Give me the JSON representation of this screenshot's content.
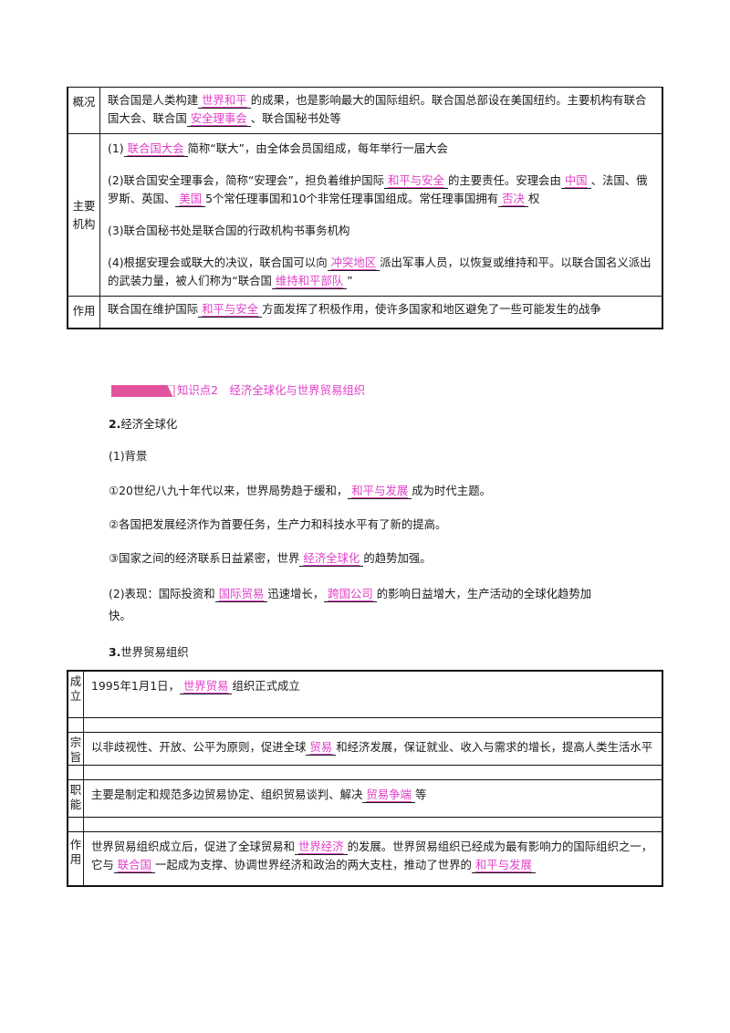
{
  "un_table": {
    "overview": {
      "label": "概况",
      "t1": "联合国是人类构建",
      "a1": "世界和平",
      "t2": "的成果，也是影响最大的国际组织。联合国总部设在美国纽约。主要机构有联合国大会、联合国",
      "a2": "安全理事会",
      "t3": "、联合国秘书处等"
    },
    "organs": {
      "label": "主要机构",
      "p1": {
        "t1": "(1)",
        "a1": "联合国大会",
        "t2": "简称“联大”，由全体会员国组成，每年举行一届大会"
      },
      "p2": {
        "t1": "(2)联合国安全理事会，简称“安理会”，担负着维护国际",
        "a1": "和平与安全",
        "t2": "的主要责任。安理会由",
        "a2": "中国",
        "t3": "、法国、俄罗斯、英国、",
        "a3": "美国",
        "t4": "5个常任理事国和10个非常任理事国组成。常任理事国拥有",
        "a4": "否决",
        "t5": "权"
      },
      "p3": {
        "t1": "(3)联合国秘书处是联合国的行政机构书事务机构"
      },
      "p4": {
        "t1": "(4)根据安理会或联大的决议，联合国可以向",
        "a1": "冲突地区",
        "t2": "派出军事人员，以恢复或维持和平。以联合国名义派出的武装力量，被人们称为“联合国",
        "a2": "维持和平部队",
        "t3": "”"
      }
    },
    "role": {
      "label": "作用",
      "t1": "联合国在维护国际",
      "a1": "和平与安全",
      "t2": "方面发挥了积极作用，使许多国家和地区避免了一些可能发生的战争"
    }
  },
  "knowledge_point": {
    "label": "知识点2　经济全球化与世界贸易组织"
  },
  "globalization": {
    "heading_num": "2.",
    "heading": "经济全球化",
    "background": "(1)背景",
    "l1": {
      "t1": "①20世纪八九十年代以来，世界局势趋于缓和，",
      "a1": "和平与发展",
      "t2": "成为时代主题。"
    },
    "l2": {
      "t1": "②各国把发展经济作为首要任务，生产力和科技水平有了新的提高。"
    },
    "l3": {
      "t1": "③国家之间的经济联系日益紧密，世界",
      "a1": "经济全球化",
      "t2": "的趋势加强。"
    },
    "l4": {
      "t1": "(2)表现：国际投资和",
      "a1": "国际贸易",
      "t2": "迅速增长，",
      "a2": "跨国公司",
      "t3": "的影响日益增大，生产活动的全球化趋势加快。"
    }
  },
  "wto": {
    "heading_num": "3.",
    "heading": "世界贸易组织",
    "founded": {
      "label": "成立",
      "t1": "1995年1月1日，",
      "a1": "世界贸易",
      "t2": "组织正式成立"
    },
    "purpose": {
      "label": "宗旨",
      "t1": "以非歧视性、开放、公平为原则，促进全球",
      "a1": "贸易",
      "t2": "和经济发展，保证就业、收入与需求的增长，提高人类生活水平"
    },
    "function": {
      "label": "职能",
      "t1": "主要是制定和规范多边贸易协定、组织贸易谈判、解决",
      "a1": "贸易争端",
      "t2": "等"
    },
    "role": {
      "label": "作用",
      "t1": "世界贸易组织成立后，促进了全球贸易和",
      "a1": "世界经济",
      "t2": "的发展。世界贸易组织已经成为最有影响力的国际组织之一，它与",
      "a2": "联合国",
      "t3": "一起成为支撑、协调世界经济和政治的两大支柱，推动了世界的",
      "a3": "和平与发展"
    }
  },
  "colors": {
    "answer": "#e040c8",
    "badge": "#e2539e"
  }
}
